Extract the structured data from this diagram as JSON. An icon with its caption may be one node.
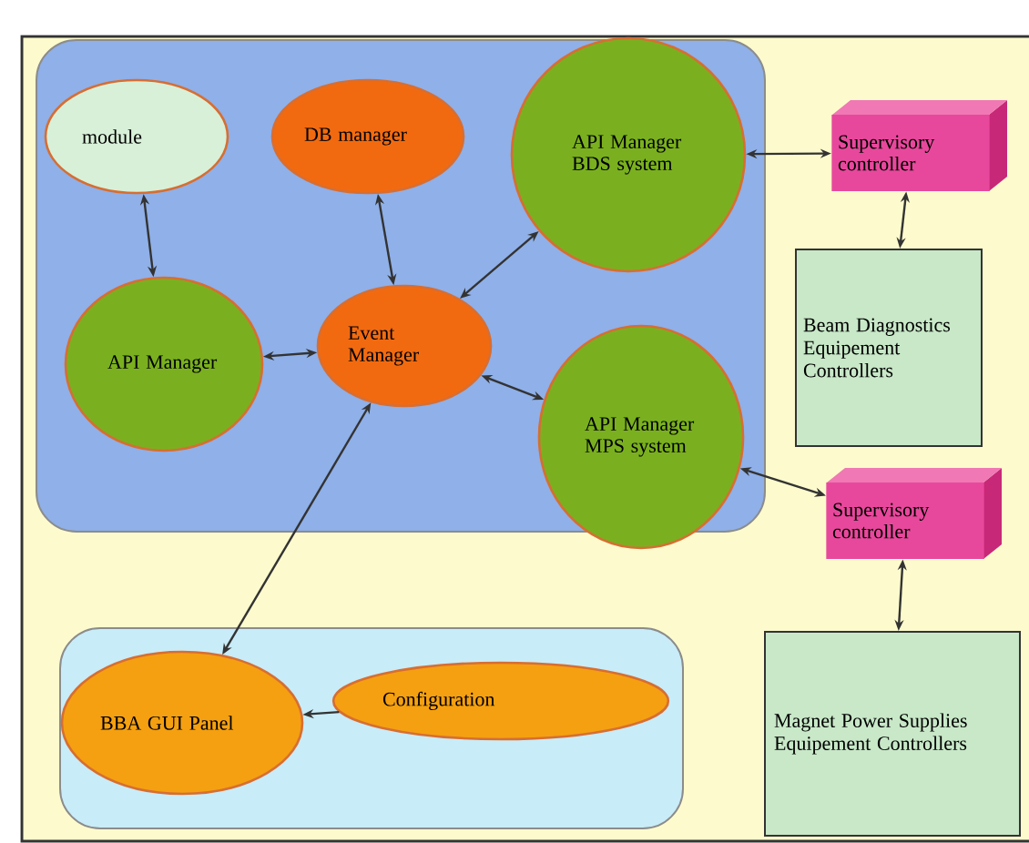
{
  "diagram": {
    "nodes": [
      {
        "text": [],
        "shape": "box"
      },
      {
        "text": [
          "module"
        ],
        "in": 0
      },
      {
        "text": [
          "DB manager"
        ],
        "in": 0
      },
      {
        "text": [
          "API Manager BDS system"
        ],
        "in": 0
      },
      {
        "text": [
          "API Manager"
        ],
        "in": 0
      },
      {
        "text": [
          "Event Manager"
        ],
        "in": 0
      },
      {
        "text": [
          "API Manager MPS system"
        ],
        "in": 0
      },
      {
        "text": [
          "Supervisory controller"
        ]
      },
      {
        "text": [
          "Beam Diagnostics Equipement Controllers"
        ]
      },
      {
        "text": [
          "Supervisory controller"
        ]
      },
      {
        "text": [
          "Magnet Power Supplies Equipement Controllers"
        ]
      },
      {
        "text": [],
        "shape": "box"
      },
      {
        "text": [
          "BBA GUI Panel"
        ],
        "in": 11
      },
      {
        "text": [
          "Configuration"
        ],
        "in": 11
      }
    ],
    "edges": [
      {
        "from": 1,
        "to": 4,
        "arrow": "both"
      },
      {
        "from": 2,
        "to": 5,
        "arrow": "both"
      },
      {
        "from": 3,
        "to": 5,
        "arrow": "both"
      },
      {
        "from": 4,
        "to": 5,
        "arrow": "both"
      },
      {
        "from": 6,
        "to": 5,
        "arrow": "both"
      },
      {
        "from": 3,
        "to": 7,
        "arrow": "both"
      },
      {
        "from": 7,
        "to": 8,
        "arrow": "both"
      },
      {
        "from": 6,
        "to": 9,
        "arrow": "both"
      },
      {
        "from": 9,
        "to": 10,
        "arrow": "both"
      },
      {
        "from": 5,
        "to": 12,
        "arrow": "both"
      },
      {
        "from": 13,
        "to": 12,
        "arrow": "to"
      }
    ]
  }
}
